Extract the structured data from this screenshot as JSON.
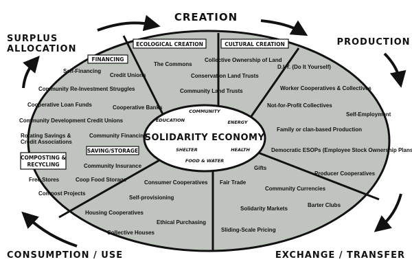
{
  "corners": {
    "creation": "CREATION",
    "production": "PRODUCTION",
    "surplus_line1": "SURPLUS",
    "surplus_line2": "ALLOCATION",
    "consumption": "CONSUMPTION / USE",
    "exchange": "EXCHANGE / TRANSFER"
  },
  "center": {
    "title": "SOLIDARITY ECONOMY",
    "words": {
      "community": "COMMUNITY",
      "education": "EDUCATION",
      "energy": "ENERGY",
      "shelter": "SHELTER",
      "health": "HEALTH",
      "food_water": "FOOD & WATER"
    }
  },
  "ecological": {
    "label": "ECOLOGICAL CREATION",
    "items": [
      "The Commons",
      "Collective Ownership of Land",
      "Conservation Land Trusts",
      "Community Land Trusts"
    ]
  },
  "cultural": {
    "label": "CULTURAL CREATION"
  },
  "production": {
    "items": [
      "D.I.Y. (Do It Yourself)",
      "Worker Cooperatives & Collectives",
      "Not-for-Profit Collectives",
      "Self-Employment",
      "Family or clan-based Production",
      "Democratic ESOPs (Employee Stock Ownership Plans)",
      "Producer Cooperatives"
    ]
  },
  "exchange": {
    "items": [
      "Gifts",
      "Fair Trade",
      "Community Currencies",
      "Barter Clubs",
      "Solidarity Markets",
      "Sliding-Scale Pricing"
    ]
  },
  "consumption": {
    "items": [
      "Consumer Cooperatives",
      "Self-provisioning",
      "Housing Cooperatives",
      "Ethical Purchasing",
      "Collective Houses"
    ]
  },
  "financing": {
    "label": "FINANCING",
    "items": [
      "Self-Financing",
      "Credit Unions",
      "Community Re-Investment Struggles",
      "Cooperative Loan Funds",
      "Cooperative Banks",
      "Community Development Credit Unions",
      "Rotating Savings &",
      "Credit Associations",
      "Community Financing"
    ]
  },
  "saving": {
    "label": "SAVING/STORAGE",
    "items": [
      "Community Insurance",
      "Coop Food Storage"
    ]
  },
  "composting": {
    "label_line1": "COMPOSTING &",
    "label_line2": "RECYCLING",
    "items": [
      "Free Stores",
      "Compost Projects"
    ]
  },
  "colors": {
    "background": "#ffffff",
    "fill": "#bfc4bf",
    "stroke": "#111111"
  }
}
